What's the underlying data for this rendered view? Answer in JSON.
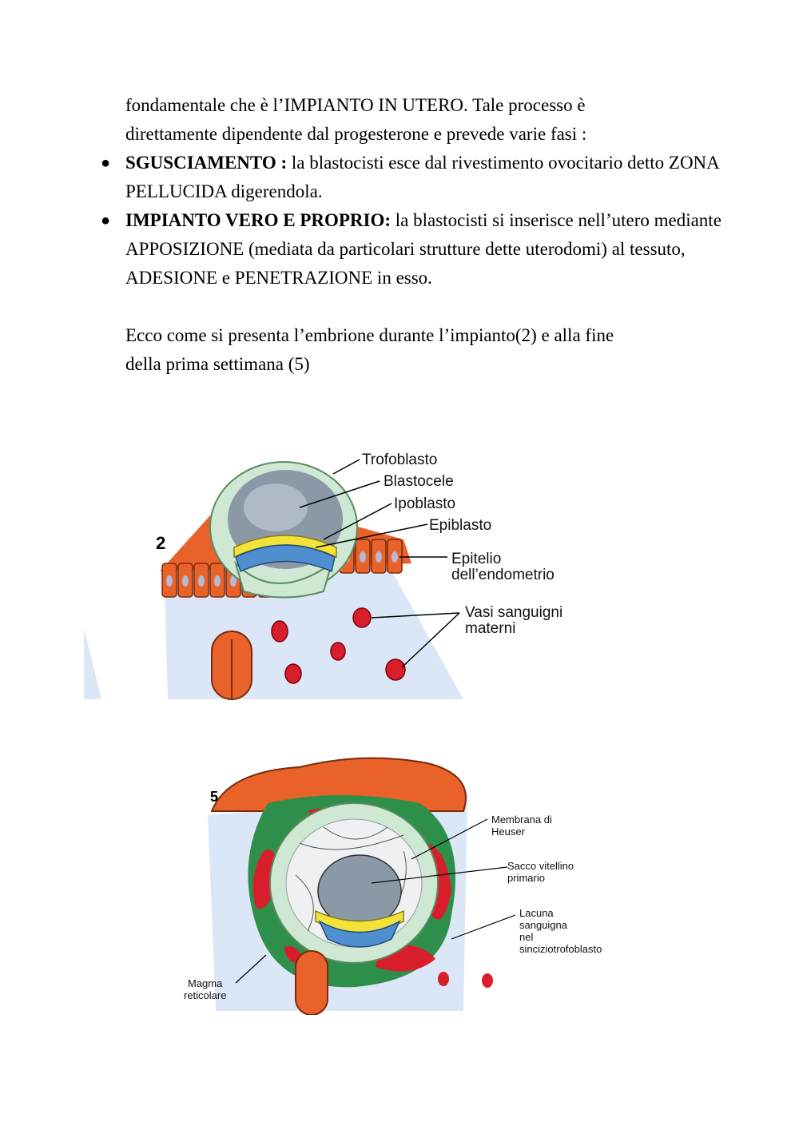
{
  "text": {
    "intro_line1": "fondamentale che è l’IMPIANTO IN UTERO. Tale processo è",
    "intro_line2": "direttamente dipendente dal progesterone e prevede varie fasi :",
    "bullets": [
      {
        "term": "SGUSCIAMENTO :",
        "desc": " la blastocisti esce dal rivestimento ovocitario detto ZONA PELLUCIDA digerendola."
      },
      {
        "term": "IMPIANTO VERO E PROPRIO:",
        "desc": " la blastocisti si inserisce nell’utero  mediante APPOSIZIONE (mediata da particolari strutture dette uterodomi) al tessuto, ADESIONE e  PENETRAZIONE in esso."
      }
    ],
    "after_line1": "Ecco come si presenta l’embrione durante l’impianto(2) e alla fine",
    "after_line2": "della prima settimana (5)"
  },
  "figure2": {
    "number": "2",
    "labels": {
      "trofoblasto": "Trofoblasto",
      "blastocele": "Blastocele",
      "ipoblasto": "Ipoblasto",
      "epiblasto": "Epiblasto",
      "epitelio_1": "Epitelio",
      "epitelio_2": "dell’endometrio",
      "vasi_1": "Vasi sanguigni",
      "vasi_2": "materni"
    }
  },
  "figure5": {
    "number": "5",
    "labels": {
      "membrana_1": "Membrana di",
      "membrana_2": "Heuser",
      "sacco_1": "Sacco vitellino",
      "sacco_2": "primario",
      "lacuna_1": "Lacuna",
      "lacuna_2": "sanguigna",
      "lacuna_3": "nel",
      "lacuna_4": "sinciziotrofoblasto",
      "magma_1": "Magma",
      "magma_2": "reticolare"
    }
  },
  "colors": {
    "endometrium_orange": "#e8622a",
    "trophoblast_green": "#cfe8d4",
    "syncytio_green": "#2e8f4a",
    "hypoblast_yellow": "#f2e23a",
    "epiblast_blue": "#4f8fd0",
    "blood_red": "#d81e2a",
    "stroma_blue": "#dbe7f6"
  }
}
